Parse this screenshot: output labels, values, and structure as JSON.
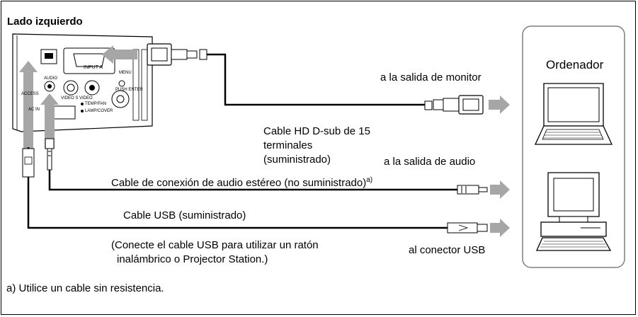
{
  "title": "Lado izquierdo",
  "computer_label": "Ordenador",
  "monitor_output": "a la salida de monitor",
  "hd_cable": [
    "Cable HD D-sub de 15",
    "terminales",
    "(suministrado)"
  ],
  "audio_output": "a la salida de audio",
  "audio_cable": "Cable de conexión de audio estéreo (no suministrado)",
  "audio_footnote_mark": "a)",
  "usb_cable": "Cable USB (suministrado)",
  "usb_note": [
    "(Conecte el cable USB para utilizar un ratón",
    "inalámbrico o Projector Station.)"
  ],
  "usb_connector": "al conector USB",
  "footnote": "a) Utilice un cable sin resistencia.",
  "panel_labels": {
    "input_a": "INPUT A",
    "menu": "MENU",
    "push_enter": "PUSH ENTER",
    "video_svideo": "VIDEO  S VIDEO",
    "temp_fan": "TEMP/FAN",
    "lamp_cover": "LAMP/COVER",
    "access": "ACCESS",
    "ac_in": "AC IN",
    "audio": "AUDIO"
  },
  "colors": {
    "arrow": "#a6a6a6",
    "line": "#000000",
    "box_border": "#7f7f7f"
  }
}
